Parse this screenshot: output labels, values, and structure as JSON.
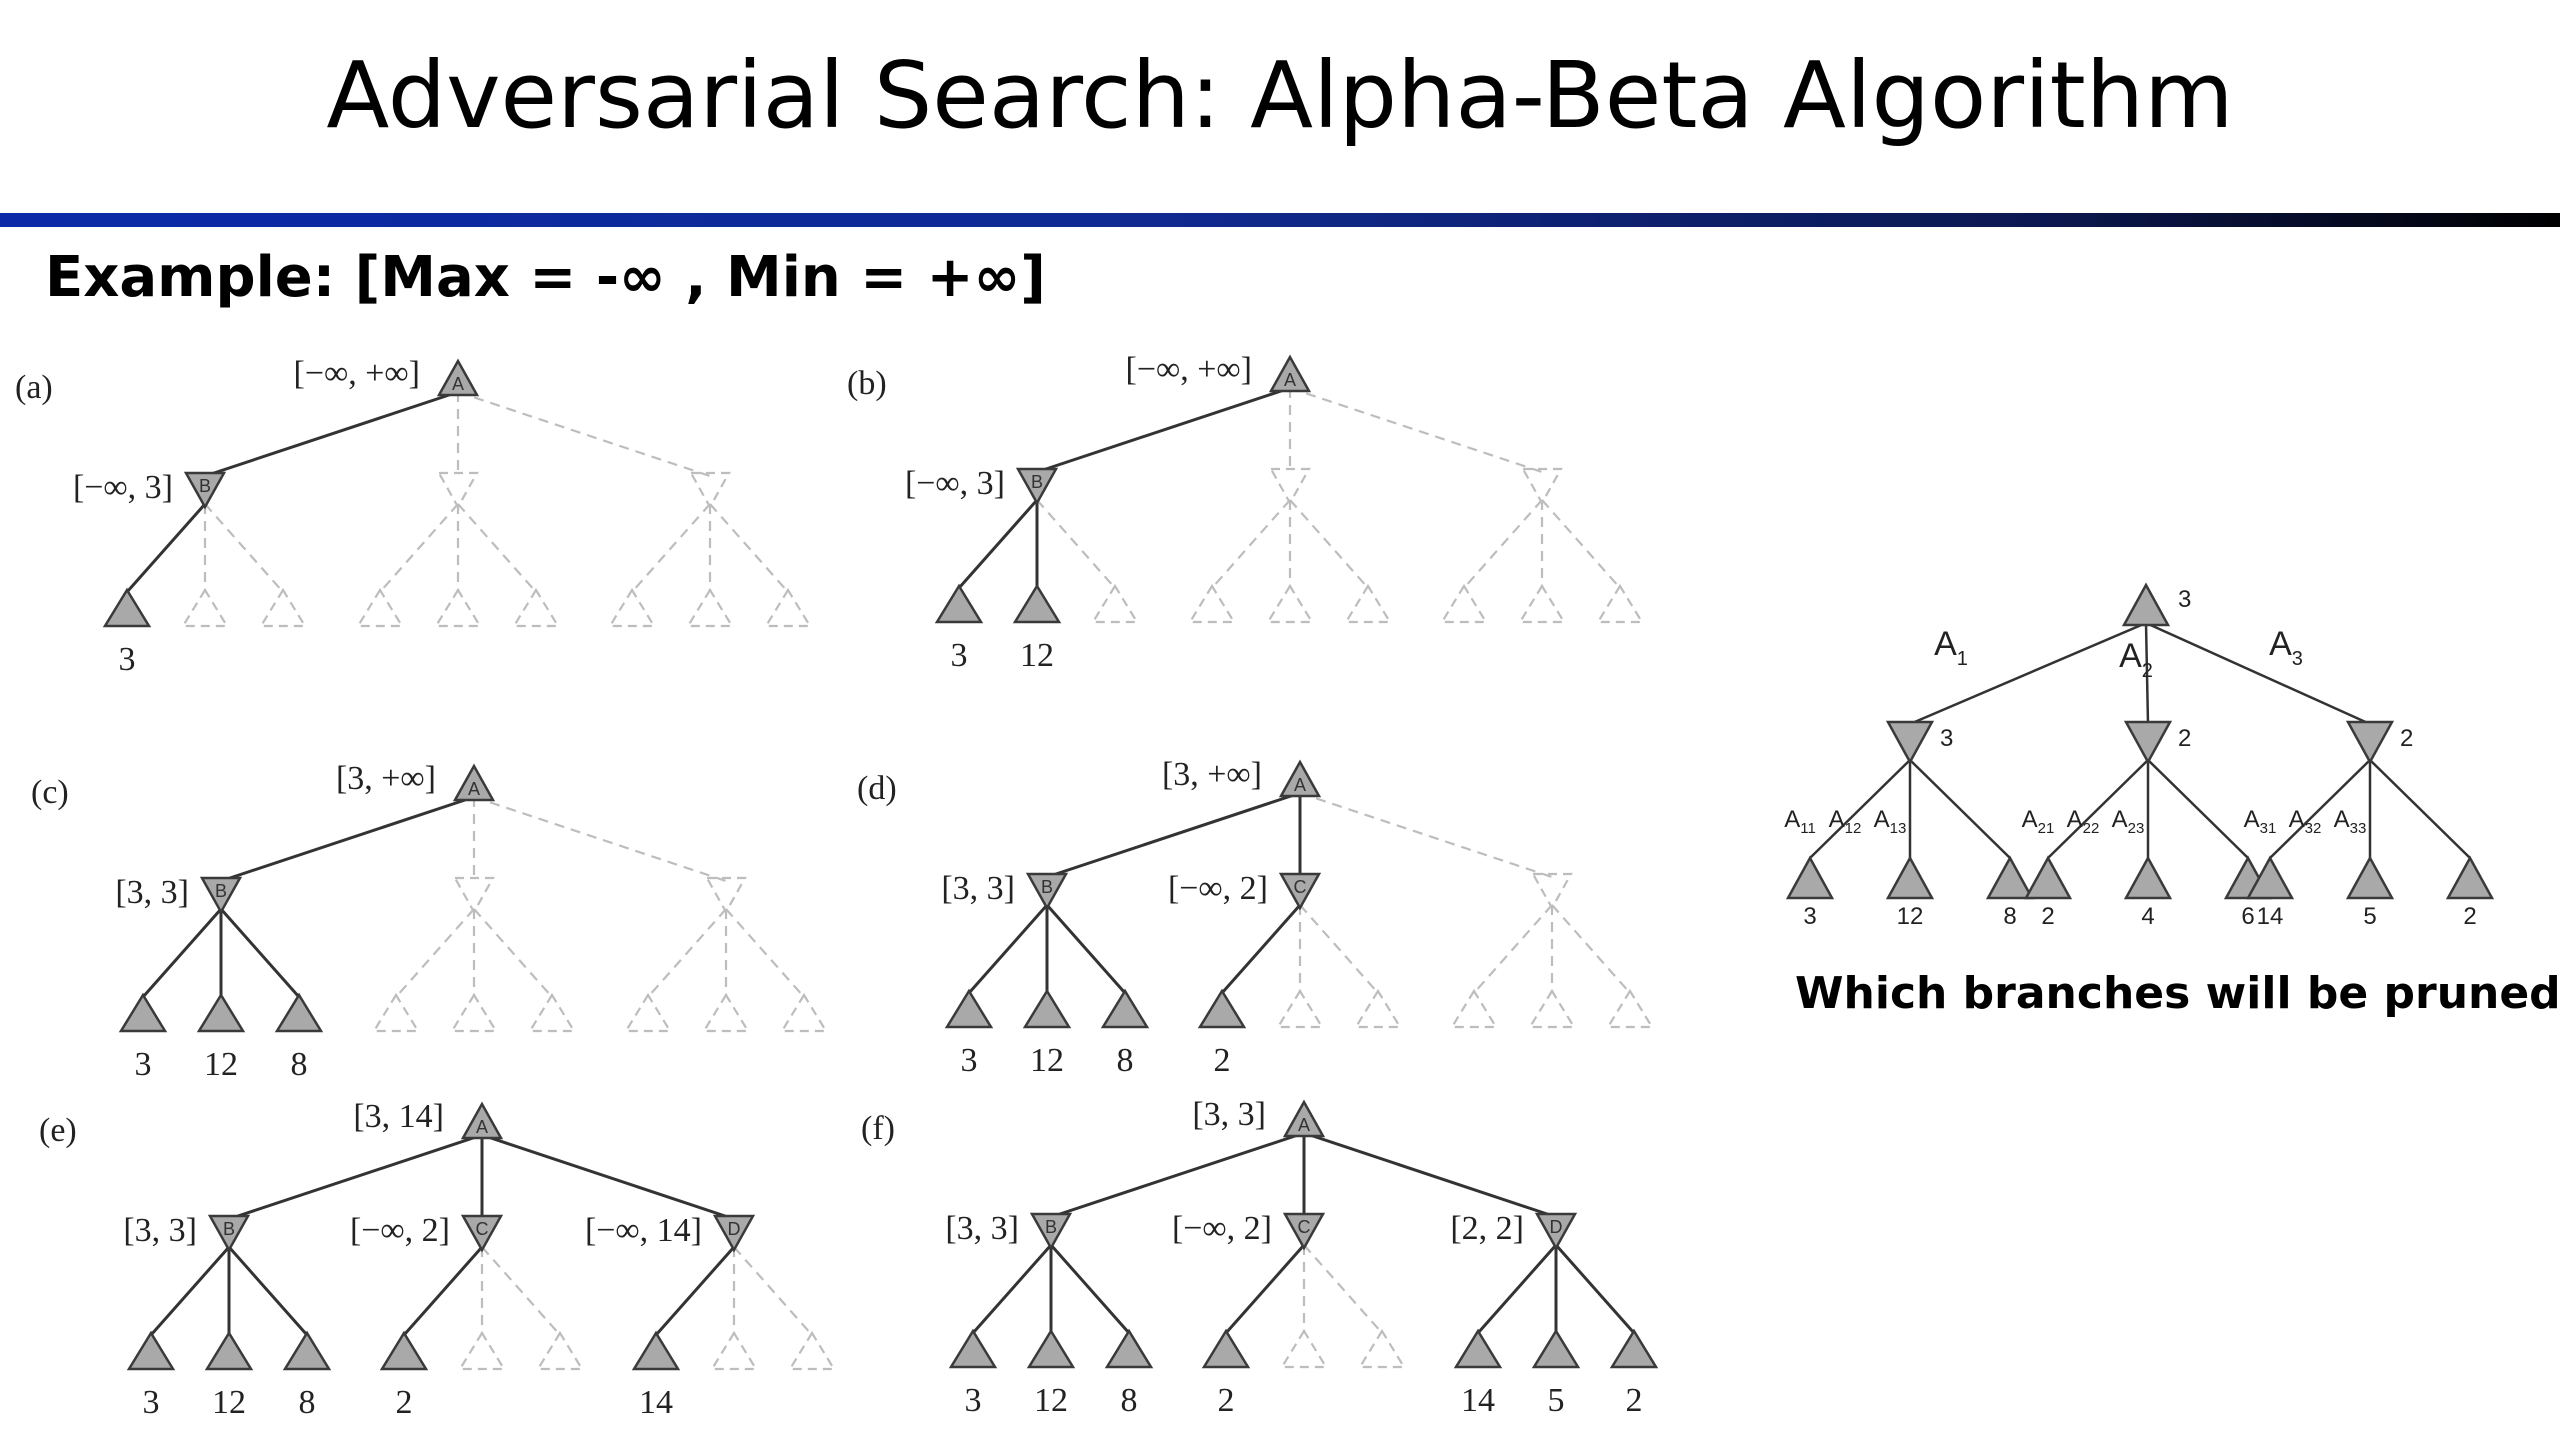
{
  "title": "Adversarial Search: Alpha-Beta Algorithm",
  "example_heading": "Example: [Max = -∞ , Min = +∞]",
  "question": "Which branches will be pruned?",
  "colors": {
    "node_fill": "#a9a9a9",
    "dashed": "#bdbdbd",
    "edge": "#333333",
    "title_rule_start": "#0a2aa8",
    "title_rule_end": "#000000"
  },
  "panels": [
    {
      "letter": "(a)",
      "root": {
        "id": "A",
        "label": "[−∞, +∞]"
      },
      "mins": [
        {
          "id": "B",
          "label": "[−∞, 3]",
          "state": "active",
          "leaves": [
            "3"
          ],
          "leaf_states": [
            "solid",
            "dashed",
            "dashed"
          ]
        },
        {
          "id": "",
          "label": "",
          "state": "dashed",
          "leaves": [],
          "leaf_states": [
            "dashed",
            "dashed",
            "dashed"
          ]
        },
        {
          "id": "",
          "label": "",
          "state": "dashed",
          "leaves": [],
          "leaf_states": [
            "dashed",
            "dashed",
            "dashed"
          ]
        }
      ]
    },
    {
      "letter": "(b)",
      "root": {
        "id": "A",
        "label": "[−∞, +∞]"
      },
      "mins": [
        {
          "id": "B",
          "label": "[−∞, 3]",
          "state": "active",
          "leaves": [
            "3",
            "12"
          ],
          "leaf_states": [
            "solid",
            "solid",
            "dashed"
          ]
        },
        {
          "id": "",
          "label": "",
          "state": "dashed",
          "leaves": [],
          "leaf_states": [
            "dashed",
            "dashed",
            "dashed"
          ]
        },
        {
          "id": "",
          "label": "",
          "state": "dashed",
          "leaves": [],
          "leaf_states": [
            "dashed",
            "dashed",
            "dashed"
          ]
        }
      ]
    },
    {
      "letter": "(c)",
      "root": {
        "id": "A",
        "label": "[3, +∞]"
      },
      "mins": [
        {
          "id": "B",
          "label": "[3, 3]",
          "state": "active",
          "leaves": [
            "3",
            "12",
            "8"
          ],
          "leaf_states": [
            "solid",
            "solid",
            "solid"
          ]
        },
        {
          "id": "",
          "label": "",
          "state": "dashed",
          "leaves": [],
          "leaf_states": [
            "dashed",
            "dashed",
            "dashed"
          ]
        },
        {
          "id": "",
          "label": "",
          "state": "dashed",
          "leaves": [],
          "leaf_states": [
            "dashed",
            "dashed",
            "dashed"
          ]
        }
      ]
    },
    {
      "letter": "(d)",
      "root": {
        "id": "A",
        "label": "[3, +∞]"
      },
      "mins": [
        {
          "id": "B",
          "label": "[3, 3]",
          "state": "active",
          "leaves": [
            "3",
            "12",
            "8"
          ],
          "leaf_states": [
            "solid",
            "solid",
            "solid"
          ]
        },
        {
          "id": "C",
          "label": "[−∞, 2]",
          "state": "active",
          "leaves": [
            "2"
          ],
          "leaf_states": [
            "solid",
            "dashed",
            "dashed"
          ]
        },
        {
          "id": "",
          "label": "",
          "state": "dashed",
          "leaves": [],
          "leaf_states": [
            "dashed",
            "dashed",
            "dashed"
          ]
        }
      ]
    },
    {
      "letter": "(e)",
      "root": {
        "id": "A",
        "label": "[3, 14]"
      },
      "mins": [
        {
          "id": "B",
          "label": "[3, 3]",
          "state": "active",
          "leaves": [
            "3",
            "12",
            "8"
          ],
          "leaf_states": [
            "solid",
            "solid",
            "solid"
          ]
        },
        {
          "id": "C",
          "label": "[−∞, 2]",
          "state": "active",
          "leaves": [
            "2"
          ],
          "leaf_states": [
            "solid",
            "dashed",
            "dashed"
          ]
        },
        {
          "id": "D",
          "label": "[−∞, 14]",
          "state": "active",
          "leaves": [
            "14"
          ],
          "leaf_states": [
            "solid",
            "dashed",
            "dashed"
          ]
        }
      ]
    },
    {
      "letter": "(f)",
      "root": {
        "id": "A",
        "label": "[3, 3]"
      },
      "mins": [
        {
          "id": "B",
          "label": "[3, 3]",
          "state": "active",
          "leaves": [
            "3",
            "12",
            "8"
          ],
          "leaf_states": [
            "solid",
            "solid",
            "solid"
          ]
        },
        {
          "id": "C",
          "label": "[−∞, 2]",
          "state": "active",
          "leaves": [
            "2"
          ],
          "leaf_states": [
            "solid",
            "dashed",
            "dashed"
          ]
        },
        {
          "id": "D",
          "label": "[2, 2]",
          "state": "active",
          "leaves": [
            "14",
            "5",
            "2"
          ],
          "leaf_states": [
            "solid",
            "solid",
            "solid"
          ]
        }
      ]
    }
  ],
  "full_tree": {
    "root_value": "3",
    "branches": [
      {
        "label": "A",
        "sub": "1",
        "value": "3",
        "leaf_branches": [
          {
            "label": "A",
            "sub": "11"
          },
          {
            "label": "A",
            "sub": "12"
          },
          {
            "label": "A",
            "sub": "13"
          }
        ],
        "leaves": [
          "3",
          "12",
          "8"
        ]
      },
      {
        "label": "A",
        "sub": "2",
        "value": "2",
        "leaf_branches": [
          {
            "label": "A",
            "sub": "21"
          },
          {
            "label": "A",
            "sub": "22"
          },
          {
            "label": "A",
            "sub": "23"
          }
        ],
        "leaves": [
          "2",
          "4",
          "6"
        ]
      },
      {
        "label": "A",
        "sub": "3",
        "value": "2",
        "leaf_branches": [
          {
            "label": "A",
            "sub": "31"
          },
          {
            "label": "A",
            "sub": "32"
          },
          {
            "label": "A",
            "sub": "33"
          }
        ],
        "leaves": [
          "14",
          "5",
          "2"
        ]
      }
    ]
  }
}
